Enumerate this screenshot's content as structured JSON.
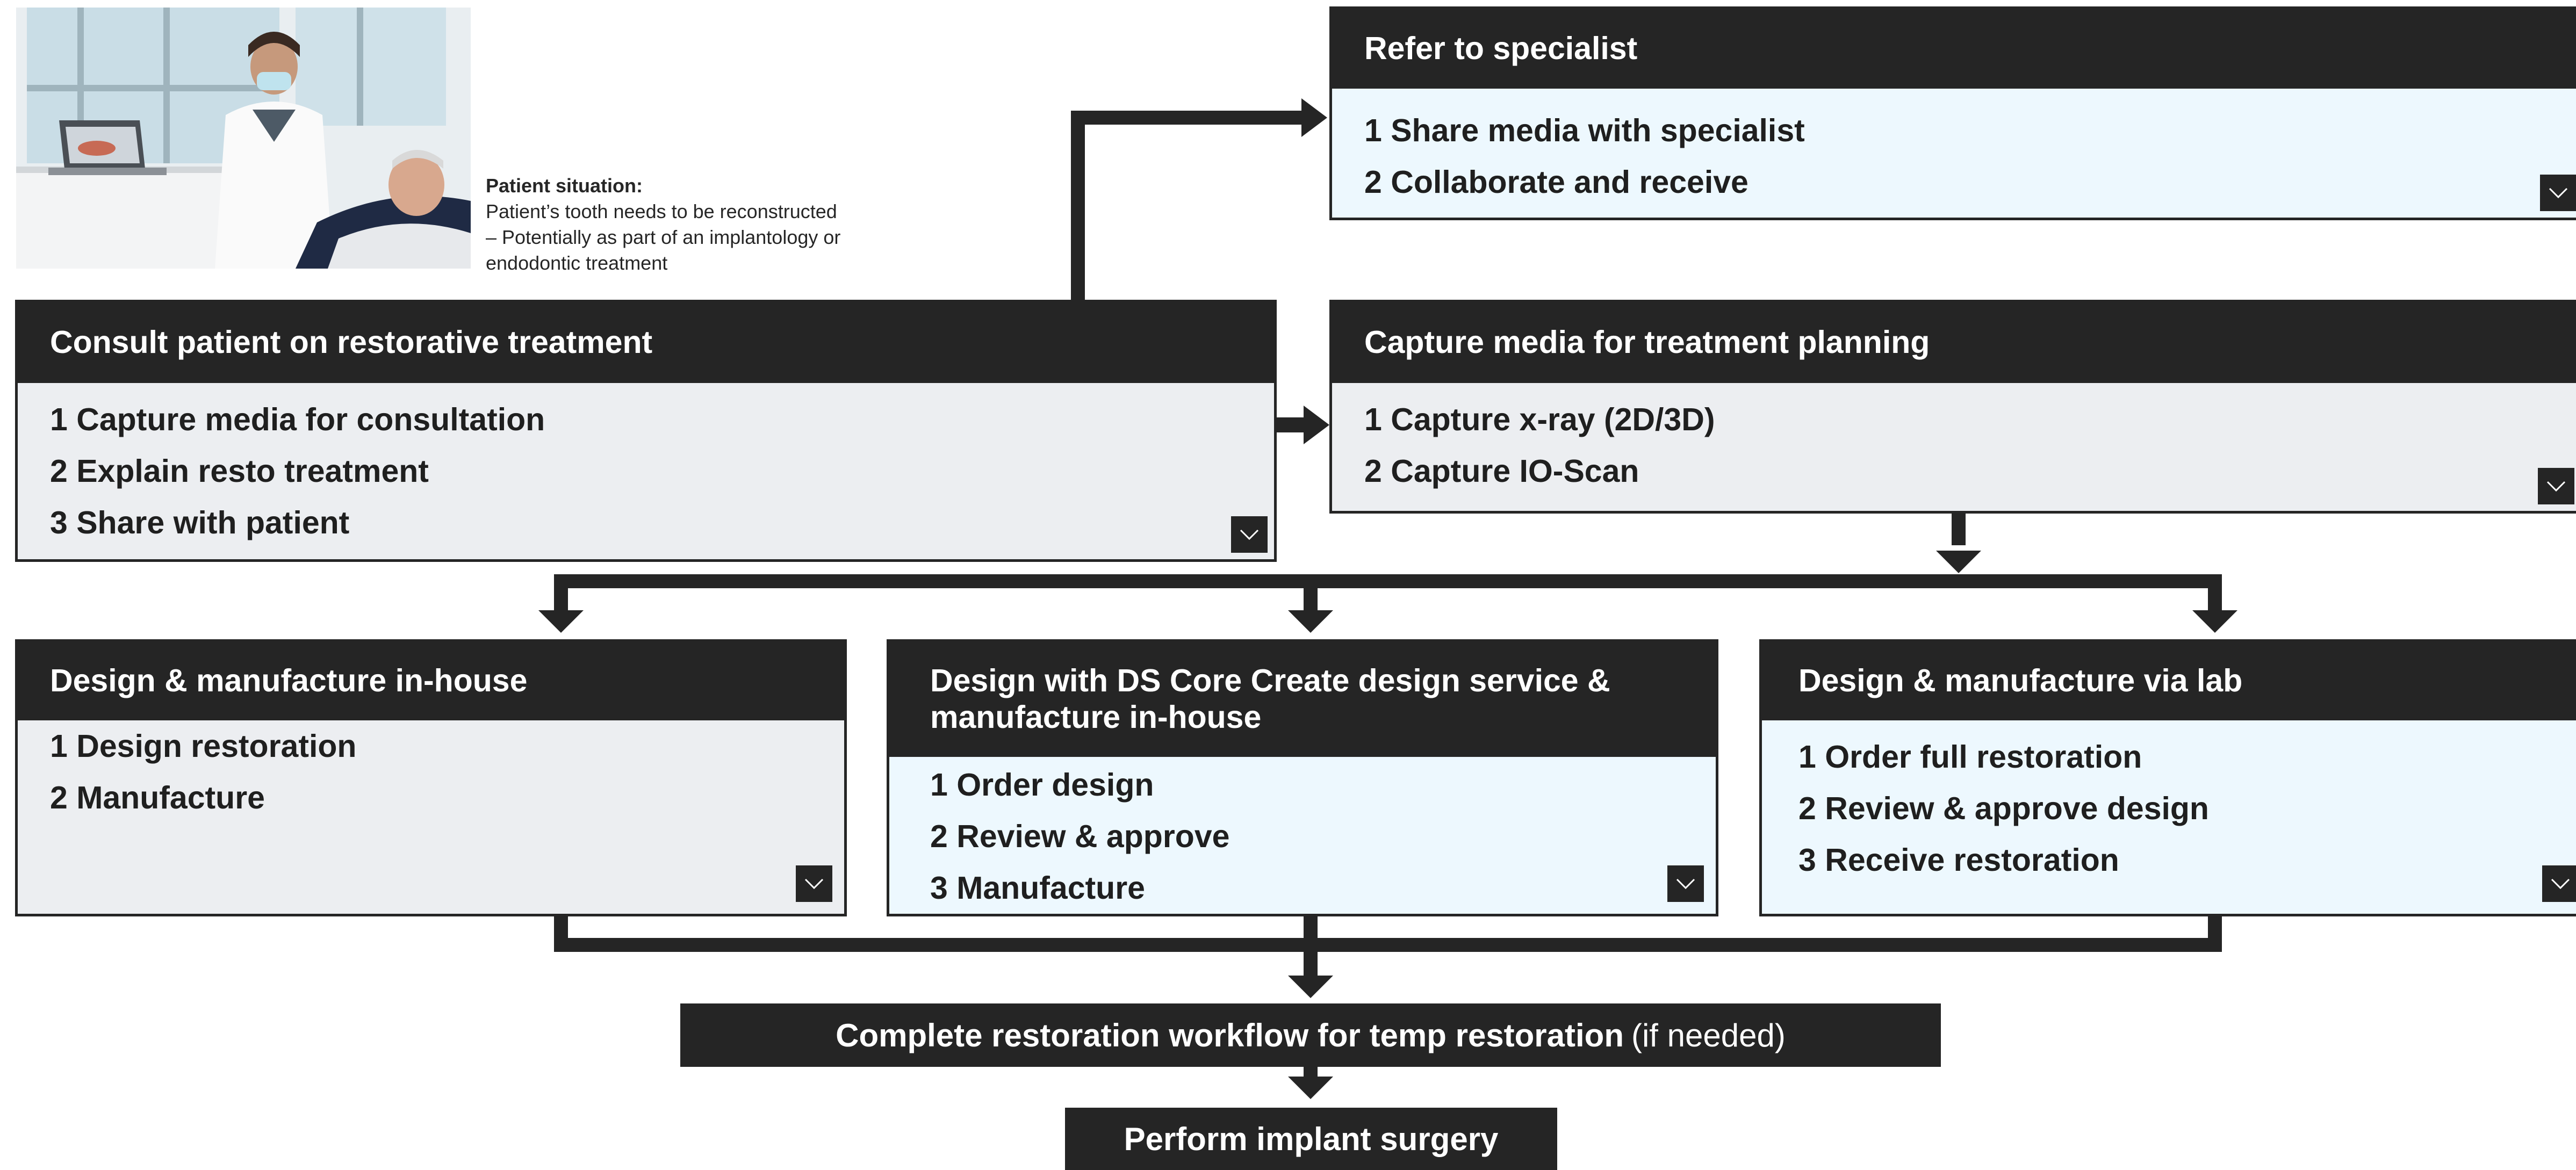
{
  "patient_situation": {
    "label": "Patient situation:",
    "lines": [
      "Patient’s tooth needs to be reconstructed",
      "– Potentially as part of an implantology or",
      "endodontic treatment"
    ]
  },
  "boxes": {
    "refer": {
      "title": "Refer to specialist",
      "steps": [
        "1 Share media with specialist",
        "2 Collaborate and receive"
      ]
    },
    "consult": {
      "title": "Consult patient on restorative treatment",
      "steps": [
        "1 Capture media for consultation",
        "2 Explain resto treatment",
        "3 Share with patient"
      ]
    },
    "capture": {
      "title": "Capture media for treatment planning",
      "steps": [
        "1 Capture x-ray (2D/3D)",
        "2 Capture IO-Scan"
      ]
    },
    "inhouse": {
      "title": "Design & manufacture in-house",
      "steps": [
        "1 Design restoration",
        "2 Manufacture"
      ]
    },
    "dscore": {
      "title_line1": "Design with  DS Core Create design service &",
      "title_line2": "manufacture in-house",
      "steps": [
        "1 Order design",
        "2 Review & approve",
        "3 Manufacture"
      ]
    },
    "lab": {
      "title": "Design & manufacture via lab",
      "steps": [
        "1 Order full restoration",
        "2 Review & approve design",
        "3 Receive restoration"
      ]
    }
  },
  "complete": {
    "bold": "Complete restoration workflow for temp restoration",
    "light": "(if needed)"
  },
  "surgery": "Perform implant surgery",
  "icons": {
    "expand": "chevron-down-icon",
    "photo": "dental-consultation-photo"
  },
  "colors": {
    "dark": "#252525",
    "grey_body": "#eceef1",
    "blue_body": "#edf8fe"
  }
}
